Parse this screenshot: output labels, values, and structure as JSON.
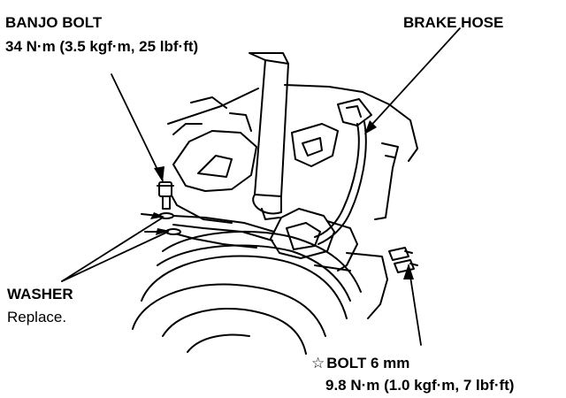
{
  "labels": {
    "banjo_bolt": {
      "title": "BANJO BOLT",
      "spec": "34 N·m (3.5 kgf·m, 25 lbf·ft)"
    },
    "brake_hose": {
      "title": "BRAKE HOSE"
    },
    "washer": {
      "title": "WASHER",
      "note": "Replace."
    },
    "bolt": {
      "marker": "☆",
      "title": "BOLT 6 mm",
      "spec": "9.8 N·m (1.0 kgf·m, 7 lbf·ft)"
    }
  },
  "colors": {
    "line": "#000000",
    "background": "#ffffff"
  }
}
